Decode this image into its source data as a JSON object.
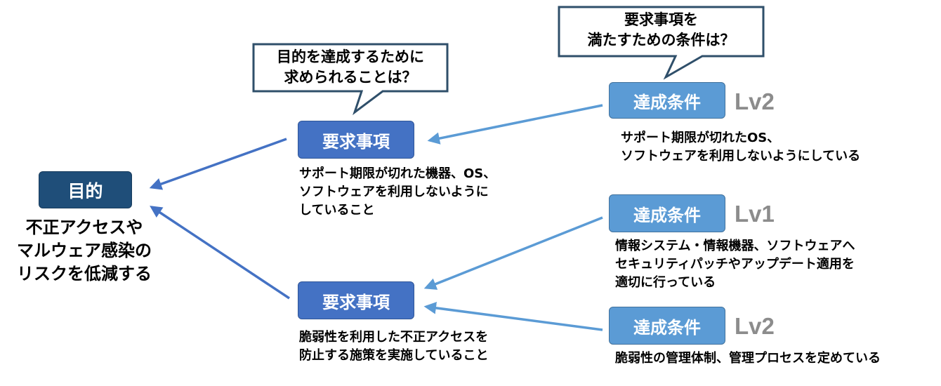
{
  "goal": {
    "label": "目的",
    "description": "不正アクセスや\nマルウェア感染の\nリスクを低減する"
  },
  "requirements": [
    {
      "label": "要求事項",
      "description": "サポート期限が切れた機器、OS、\nソフトウェアを利用しないように\nしていること"
    },
    {
      "label": "要求事項",
      "description": "脆弱性を利用した不正アクセスを\n防止する施策を実施していること"
    }
  ],
  "conditions": [
    {
      "label": "達成条件",
      "level": "Lv2",
      "description": "サポート期限が切れたOS、\nソフトウェアを利用しないようにしている"
    },
    {
      "label": "達成条件",
      "level": "Lv1",
      "description": "情報システム・情報機器、ソフトウェアへ\nセキュリティパッチやアップデート適用を\n適切に行っている"
    },
    {
      "label": "達成条件",
      "level": "Lv2",
      "description": "脆弱性の管理体制、管理プロセスを定めている"
    }
  ],
  "callouts": [
    {
      "text": "目的を達成するために\n求められることは？"
    },
    {
      "text": "要求事項を\n満たすための条件は？"
    }
  ],
  "colors": {
    "goal": "#1f4e79",
    "requirement": "#4472c4",
    "condition": "#5b9bd5",
    "level_text": "#8c8c8c",
    "callout_border": "#2f4f6a"
  }
}
